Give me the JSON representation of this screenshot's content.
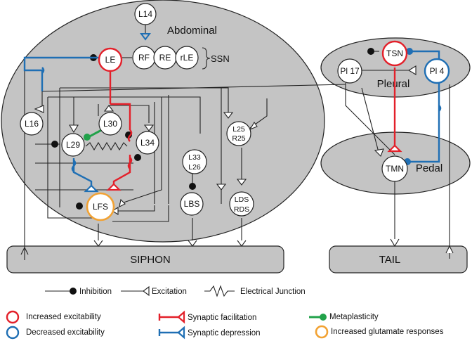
{
  "regions": {
    "abdominal": "Abdominal",
    "pleural": "Pleural",
    "pedal": "Pedal",
    "siphon": "SIPHON",
    "tail": "TAIL",
    "ssn": "SSN"
  },
  "neurons": {
    "l14": "L14",
    "le": "LE",
    "rf": "RF",
    "re": "RE",
    "rle": "rLE",
    "l16": "L16",
    "l30": "L30",
    "l29": "L29",
    "l34": "L34",
    "l25": "L25",
    "r25": "R25",
    "l33": "L33",
    "l26": "L26",
    "lfs": "LFS",
    "lbs": "LBS",
    "lds": "LDS",
    "rds": "RDS",
    "tsn": "TSN",
    "pl17": "Pl 17",
    "pl4": "Pl 4",
    "tmn": "TMN"
  },
  "legend_row1": {
    "inhibition": "Inhibition",
    "excitation": "Excitation",
    "electrical": "Electrical Junction"
  },
  "legend_row2": {
    "increased_excitability": "Increased excitability",
    "decreased_excitability": "Decreased excitability",
    "synaptic_facilitation": "Synaptic facilitation",
    "synaptic_depression": "Synaptic depression",
    "metaplasticity": "Metaplasticity",
    "increased_glutamate": "Increased glutamate responses"
  },
  "colors": {
    "ganglion_fill": "#c4c4c4",
    "increased": "#e3202a",
    "decreased": "#1f6fb4",
    "metaplasticity": "#21a24a",
    "glutamate": "#f2a233"
  }
}
